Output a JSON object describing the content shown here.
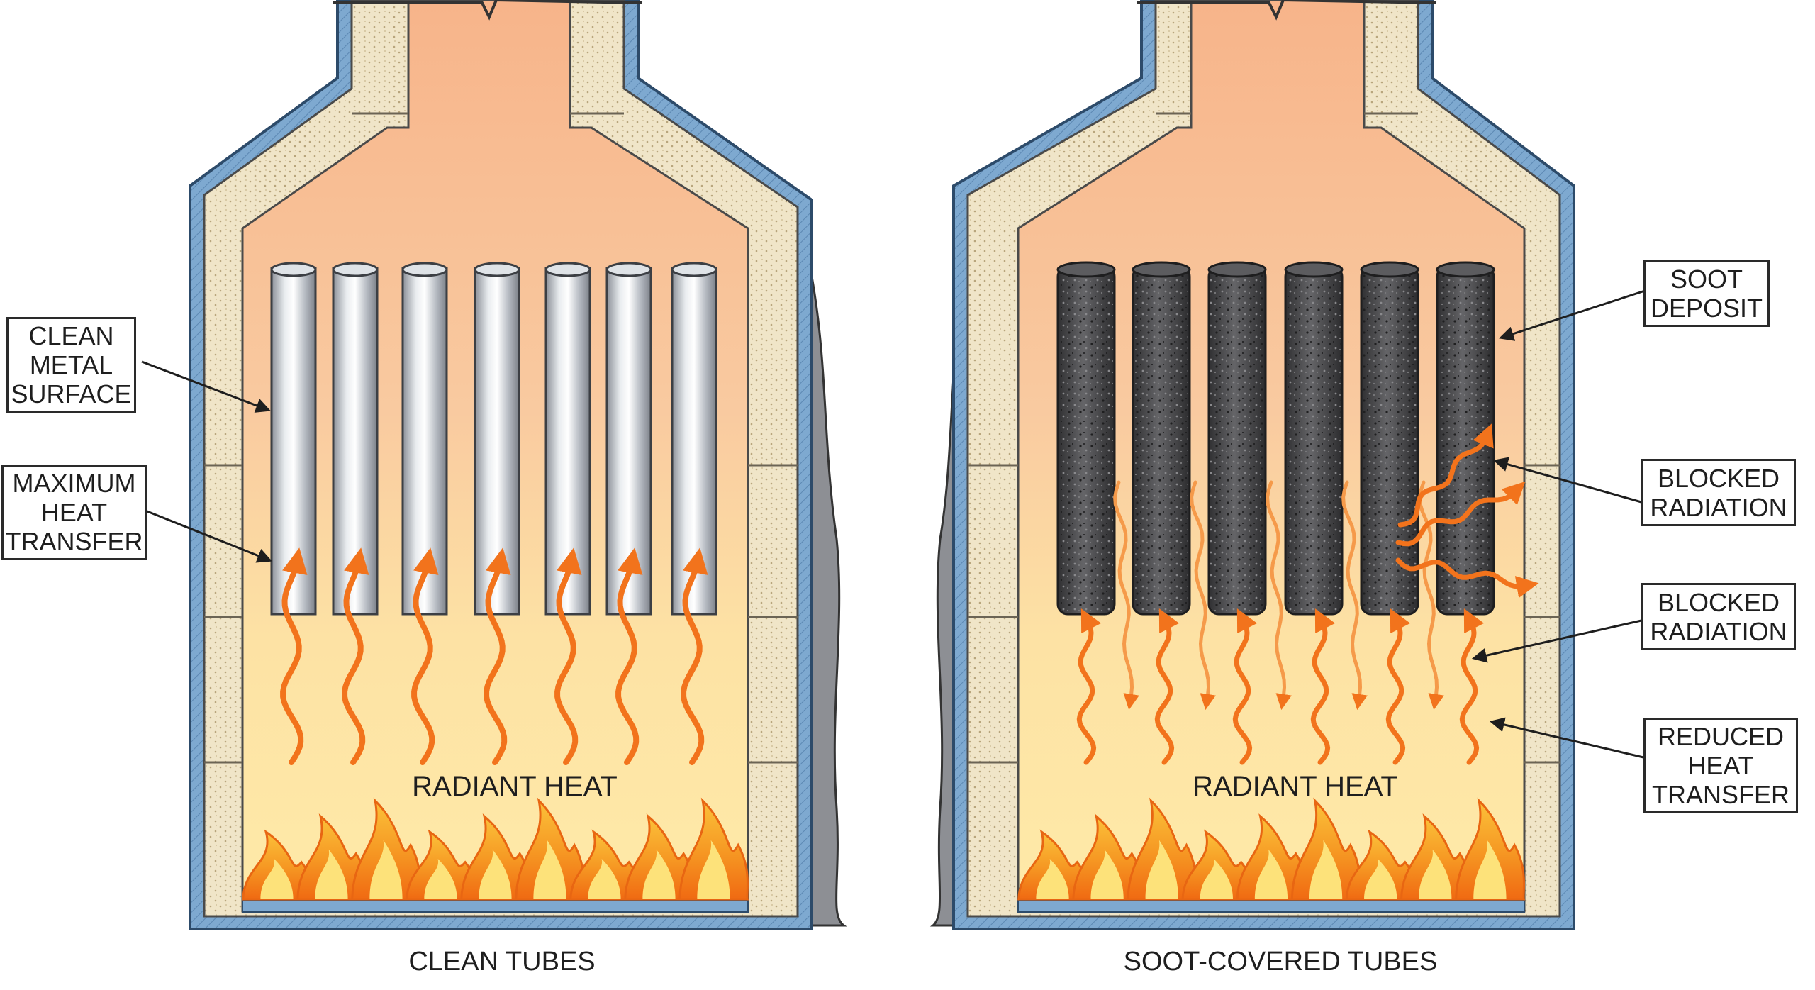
{
  "colors": {
    "steel_shell": "#7ea9d0",
    "steel_edge": "#2d4b6a",
    "refractory": "#f0e5c8",
    "flue_gas": "#f8c49a",
    "furnace_glow": "#fde8a0",
    "clean_tube": "#c9cdd3",
    "soot_tube": "#4b4b4d",
    "radiation_arrow": "#f2731c",
    "flame_outer": "#f5891e",
    "flame_inner": "#fdd03a",
    "outer_casing": "#8d8f94"
  },
  "left_panel": {
    "caption": "CLEAN TUBES",
    "heat_label": "RADIANT HEAT",
    "callouts": [
      {
        "lines": [
          "CLEAN",
          "METAL",
          "SURFACE"
        ]
      },
      {
        "lines": [
          "MAXIMUM",
          "HEAT",
          "TRANSFER"
        ]
      }
    ]
  },
  "right_panel": {
    "caption": "SOOT-COVERED TUBES",
    "heat_label": "RADIANT HEAT",
    "callouts": [
      {
        "lines": [
          "SOOT",
          "DEPOSIT"
        ]
      },
      {
        "lines": [
          "BLOCKED",
          "RADIATION"
        ]
      },
      {
        "lines": [
          "BLOCKED",
          "RADIATION"
        ]
      },
      {
        "lines": [
          "REDUCED",
          "HEAT",
          "TRANSFER"
        ]
      }
    ]
  }
}
